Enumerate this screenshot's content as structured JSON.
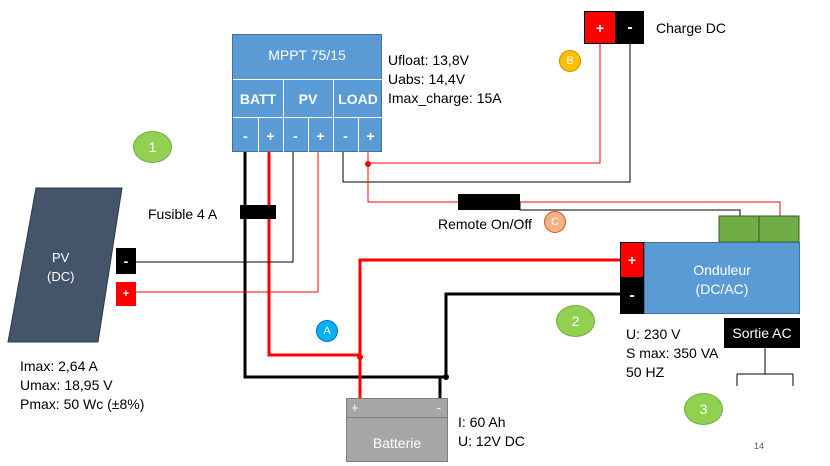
{
  "mppt": {
    "title": "MPPT 75/15",
    "ports": [
      "BATT",
      "PV",
      "LOAD"
    ],
    "pins": [
      "-",
      "+",
      "-",
      "+",
      "-",
      "+"
    ]
  },
  "mppt_specs": [
    "Ufloat: 13,8V",
    "Uabs: 14,4V",
    "Imax_charge: 15A"
  ],
  "charge_dc": {
    "label": "Charge DC",
    "plus": "+",
    "minus": "-"
  },
  "pv_panel": {
    "line1": "PV",
    "line2": "(DC)",
    "minus": "-",
    "plus": "+"
  },
  "pv_specs": [
    "Imax: 2,64 A",
    "Umax: 18,95 V",
    "Pmax: 50 Wc (±8%)"
  ],
  "fuse_label": "Fusible 4 A",
  "remote_label": "Remote On/Off",
  "inverter": {
    "line1": "Onduleur",
    "line2": "(DC/AC)",
    "plus": "+",
    "minus": "-"
  },
  "inverter_specs": [
    "U: 230 V",
    "S max: 350 VA",
    "50 HZ"
  ],
  "ac_output": "Sortie AC",
  "battery": {
    "label": "Batterie",
    "plus": "+",
    "minus": "-"
  },
  "battery_specs": [
    "I: 60 Ah",
    "U: 12V DC"
  ],
  "markers": {
    "one": "1",
    "two": "2",
    "three": "3",
    "a": "A",
    "b": "B",
    "c": "C"
  },
  "page_number": "14",
  "colors": {
    "blue": "#5b9bd5",
    "red": "#ff0000",
    "green": "#70ad47",
    "orange": "#f4b183",
    "yellow": "#ffc000",
    "grey": "#a6a6a6",
    "dark_panel": "#44546a"
  }
}
